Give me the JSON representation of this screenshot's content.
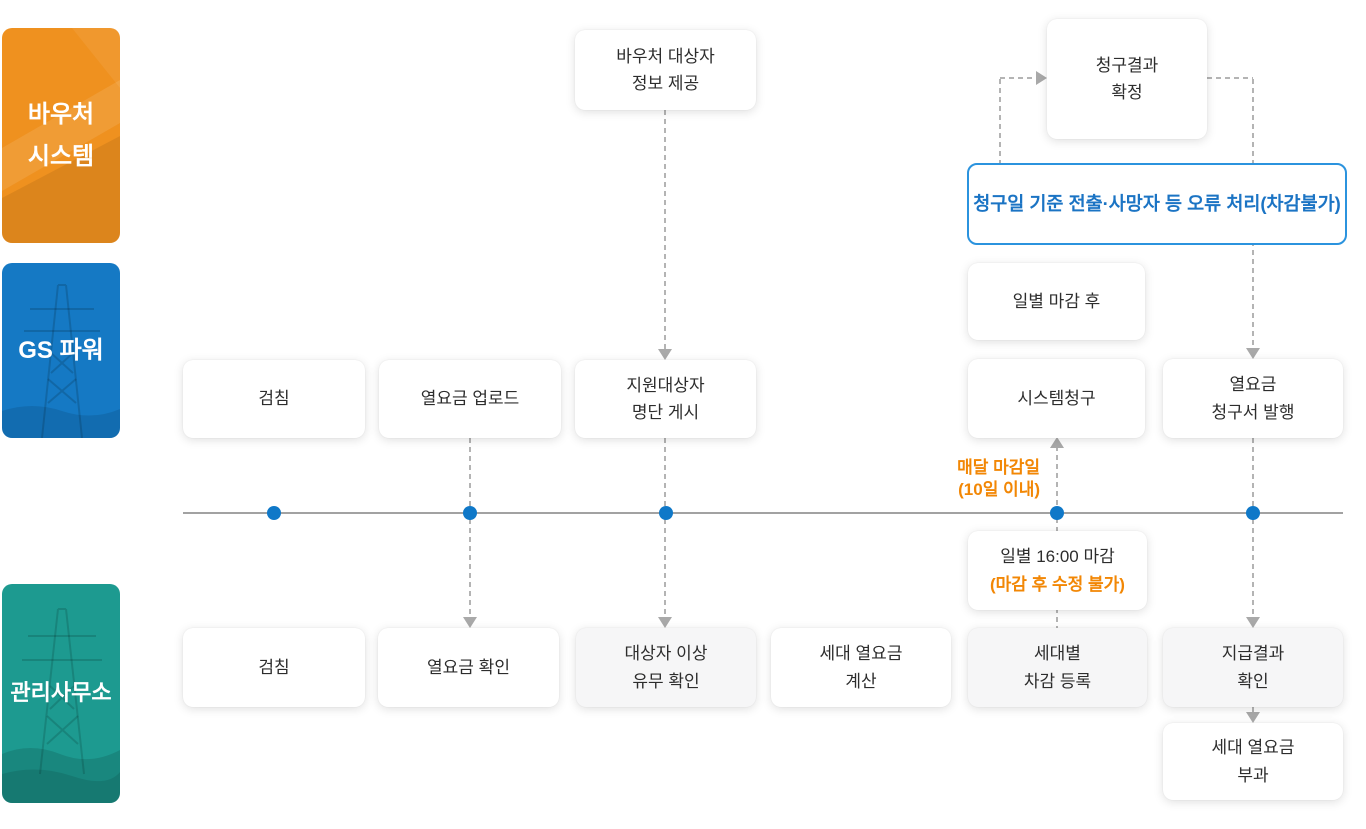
{
  "lanes": {
    "voucher": {
      "label": "바우처\n시스템",
      "color": "#ef911f"
    },
    "gs_power": {
      "label": "GS 파워",
      "color": "#1579c4"
    },
    "office": {
      "label": "관리사무소",
      "color": "#1d9a90"
    }
  },
  "nodes": {
    "voucher_info": {
      "label": "바우처 대상자\n정보 제공"
    },
    "billing_result": {
      "label": "청구결과\n확정"
    },
    "error_notice": {
      "label": "청구일 기준 전출·사망자 등 오류 처리(차감불가)"
    },
    "daily_close": {
      "label": "일별 마감 후"
    },
    "meter_gs": {
      "label": "검침"
    },
    "heat_upload": {
      "label": "열요금 업로드"
    },
    "target_list": {
      "label": "지원대상자\n명단 게시"
    },
    "system_billing": {
      "label": "시스템청구"
    },
    "heat_bill_issue": {
      "label": "열요금\n청구서 발행"
    },
    "meter_office": {
      "label": "검침"
    },
    "heat_check": {
      "label": "열요금 확인"
    },
    "target_check": {
      "label": "대상자 이상\n유무 확인"
    },
    "household_calc": {
      "label": "세대 열요금\n계산"
    },
    "household_deduct": {
      "label": "세대별\n차감 등록"
    },
    "payment_check": {
      "label": "지급결과\n확인"
    },
    "household_charge": {
      "label": "세대 열요금\n부과"
    }
  },
  "annotations": {
    "monthly_deadline": "매달 마감일\n(10일 이내)",
    "daily_close_time": "일별 16:00 마감",
    "no_edit_after_close": "(마감 후 수정 불가)"
  },
  "colors": {
    "voucher_lane": "#ef911f",
    "gs_lane": "#1579c4",
    "office_lane": "#1d9a90",
    "highlight_blue_text": "#1b74c4",
    "highlight_blue_border": "#2b93de",
    "highlight_orange": "#f28705",
    "timeline_dot_blue": "#0f78c8",
    "connector_gray": "#b4b4b4"
  }
}
